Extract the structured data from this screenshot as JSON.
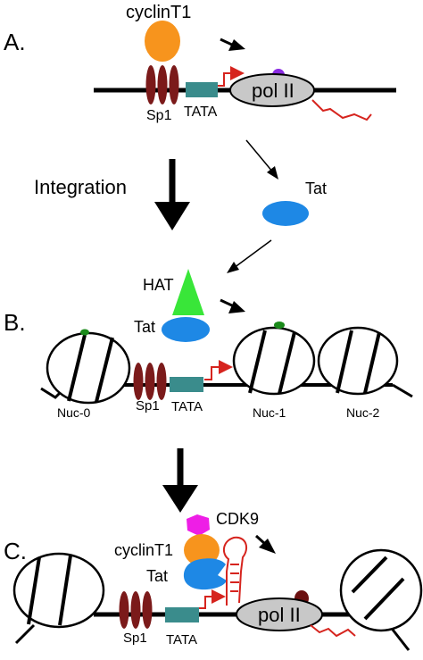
{
  "panels": {
    "a": {
      "letter": "A.",
      "cyclin": "cyclinT1",
      "sp1": "Sp1",
      "tata": "TATA",
      "polii": "pol II"
    },
    "b": {
      "letter": "B.",
      "hat": "HAT",
      "tat": "Tat",
      "nuc0": "Nuc-0",
      "nuc1": "Nuc-1",
      "nuc2": "Nuc-2",
      "sp1": "Sp1",
      "tata": "TATA"
    },
    "c": {
      "letter": "C.",
      "cdk9": "CDK9",
      "cyclin": "cyclinT1",
      "tat": "Tat",
      "sp1": "Sp1",
      "tata": "TATA",
      "polii": "pol II"
    }
  },
  "steps": {
    "integration": "Integration",
    "tat_free": "Tat"
  },
  "colors": {
    "cyclin": "#f7941d",
    "sp1": "#7b1a1a",
    "tata": "#3a8c8c",
    "tat": "#1e88e5",
    "hat": "#39e639",
    "cdk9": "#ee1ee6",
    "polii": "#c8c8c8",
    "transcript": "#d6241e",
    "purple_dot": "#8a2be2",
    "green_dot": "#1a8a1a",
    "brown_dot": "#6b1010"
  }
}
